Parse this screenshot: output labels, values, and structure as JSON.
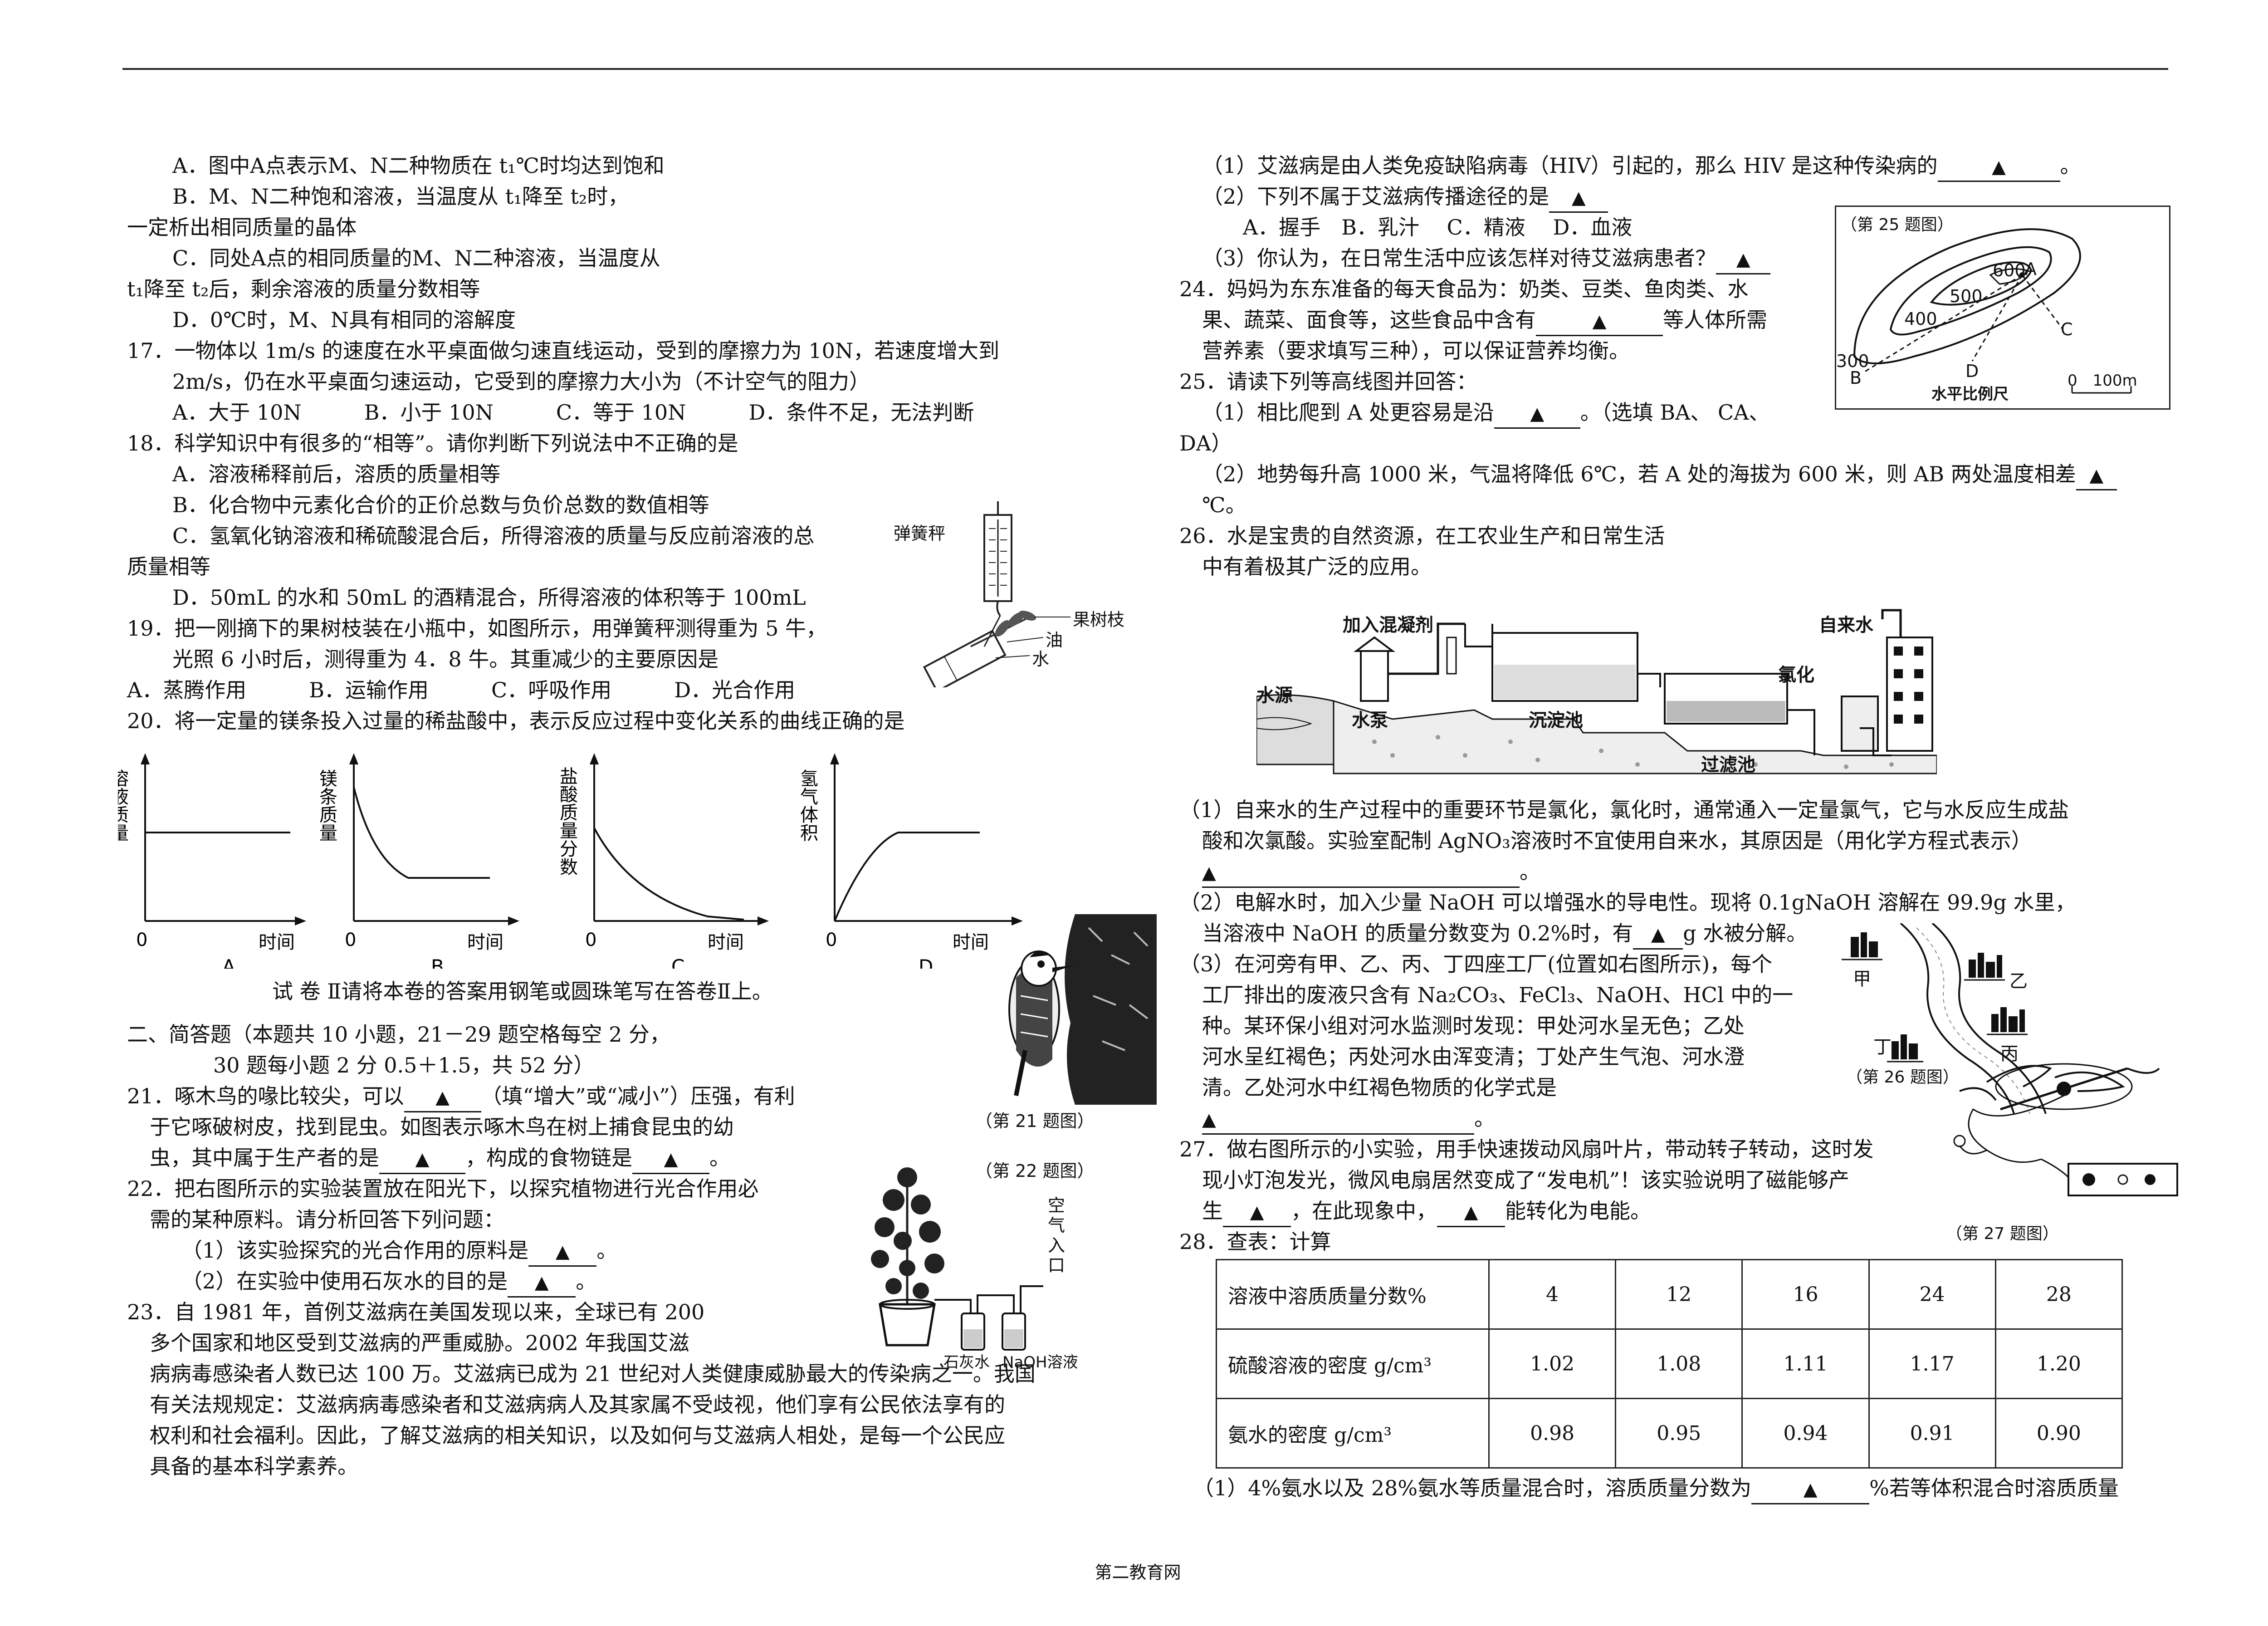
{
  "left": {
    "q16": {
      "A": "A．图中A点表示M、N二种物质在 t₁℃时均达到饱和",
      "B1": "B．M、N二种饱和溶液，当温度从 t₁降至 t₂时，",
      "B2": "一定析出相同质量的晶体",
      "C1": "C．同处A点的相同质量的M、N二种溶液，当温度从",
      "C2": "t₁降至 t₂后，剩余溶液的质量分数相等",
      "D": "D．0℃时，M、N具有相同的溶解度"
    },
    "q17": {
      "l1": "17．一物体以 1m/s 的速度在水平桌面做匀速直线运动，受到的摩擦力为 10N，若速度增大到",
      "l2": "2m/s，仍在水平桌面匀速运动，它受到的摩擦力大小为（不计空气的阻力）",
      "opts": "A．大于 10N　　　B．小于 10N　　　C．等于 10N　　　D．条件不足，无法判断"
    },
    "q18": {
      "l1": "18．科学知识中有很多的“相等”。请你判断下列说法中不正确的是",
      "A": "A．溶液稀释前后，溶质的质量相等",
      "B": "B．化合物中元素化合价的正价总数与负价总数的数值相等",
      "C1": "C．氢氧化钠溶液和稀硫酸混合后，所得溶液的质量与反应前溶液的总",
      "C2": "质量相等",
      "D": "D．50mL 的水和 50mL 的酒精混合，所得溶液的体积等于 100mL"
    },
    "q19": {
      "l1": "19．把一刚摘下的果树枝装在小瓶中，如图所示，用弹簧秤测得重为 5 牛，",
      "l2": "光照 6 小时后，测得重为 4．8 牛。其重减少的主要原因是",
      "opts": "A．蒸腾作用　　　B．运输作用　　　C．呼吸作用　　　D．光合作用",
      "fig_spring": "弹簧秤",
      "fig_branch": "果树枝",
      "fig_oil": "油",
      "fig_water": "水"
    },
    "q20": {
      "l1": "20．将一定量的镁条投入过量的稀盐酸中，表示反应过程中变化关系的曲线正确的是",
      "graphs": [
        {
          "ylabel": "溶液质量",
          "xlabel": "时间",
          "origin": "0",
          "letter": "A"
        },
        {
          "ylabel": "镁条质量",
          "xlabel": "时间",
          "origin": "0",
          "letter": "B"
        },
        {
          "ylabel": "盐酸质量分数",
          "xlabel": "时间",
          "origin": "0",
          "letter": "C"
        },
        {
          "ylabel": "氢气体积",
          "xlabel": "时间",
          "origin": "0",
          "letter": "D"
        }
      ]
    },
    "paper2": "试 卷 Ⅱ请将本卷的答案用钢笔或圆珠笔写在答卷Ⅱ上。",
    "sec2": {
      "l1": "二、简答题（本题共 10 小题，21－29 题空格每空 2 分，",
      "l2": "30 题每小题 2 分 0.5＋1.5，共 52 分）"
    },
    "q21": {
      "l1a": "21．啄木鸟的喙比较尖，可以",
      "l1b": "（填“增大”或“减小”）压强，有利",
      "l2": "于它啄破树皮，找到昆虫。如图表示啄木鸟在树上捕食昆虫的幼",
      "l3a": "虫，其中属于生产者的是",
      "l3b": "，构成的食物链是",
      "fig_caption": "（第 21 题图）"
    },
    "q22": {
      "l1": "22．把右图所示的实验装置放在阳光下，以探究植物进行光合作用必",
      "l2": "需的某种原料。请分析回答下列问题：",
      "l3": "（1）该实验探究的光合作用的原料是",
      "l4": "（2）在实验中使用石灰水的目的是",
      "fig_caption": "（第 22 题图）",
      "fig_air": "空气入口",
      "fig_lime": "石灰水",
      "fig_naoh": "NaOH溶液"
    },
    "q23": {
      "l1": "23．自 1981 年，首例艾滋病在美国发现以来，全球已有 200",
      "l2": "多个国家和地区受到艾滋病的严重威胁。2002 年我国艾滋",
      "l3": "病病毒感染者人数已达 100 万。艾滋病已成为 21 世纪对人类健康威胁最大的传染病之一。我国",
      "l4": "有关法规规定：艾滋病病毒感染者和艾滋病病人及其家属不受歧视，他们享有公民依法享有的",
      "l5": "权利和社会福利。因此，了解艾滋病的相关知识，以及如何与艾滋病人相处，是每一个公民应",
      "l6": "具备的基本科学素养。"
    }
  },
  "right": {
    "q23b": {
      "l1": "（1）艾滋病是由人类免疫缺陷病毒（HIV）引起的，那么 HIV 是这种传染病的",
      "l2": "（2）下列不属于艾滋病传播途径的是",
      "opts": "A．握手　B．乳汁　 C．精液　 D．血液",
      "l3": "（3）你认为，在日常生活中应该怎样对待艾滋病患者？"
    },
    "q24": {
      "l1a": "24．妈妈为东东准备的每天食品为：奶类、豆类、鱼肉类、水",
      "l2a": "果、蔬菜、面食等，这些食品中含有",
      "l2b": "等人体所需",
      "l3": "营养素（要求填写三种），可以保证营养均衡。"
    },
    "q25": {
      "l1": "25．请读下列等高线图并回答：",
      "l2a": "（1）相比爬到 A 处更容易是沿",
      "l2b": "。（选填 BA、 CA、",
      "l3": "DA）",
      "l4": "（2）地势每升高 1000 米，气温将降低 6℃，若 A 处的海拔为 600 米，则 AB 两处温度相差",
      "l5": "℃。",
      "fig_caption": "（第 25 题图）",
      "fig_scale": "水平比例尺",
      "fig_scale_val": "0　100m",
      "fig_600": "600",
      "fig_500": "500",
      "fig_400": "400",
      "fig_300": "300",
      "fig_A": "A",
      "fig_B": "B",
      "fig_C": "C",
      "fig_D": "D"
    },
    "q26": {
      "l1": "26．水是宝贵的自然资源，在工农业生产和日常生活",
      "l2": "中有着极其广泛的应用。",
      "fig_coag": "加入混凝剂",
      "fig_source": "水源",
      "fig_pump": "水泵",
      "fig_settle": "沉淀池",
      "fig_filter": "过滤池",
      "fig_chlor": "氯化",
      "fig_tap": "自来水",
      "p1a": "（1）自来水的生产过程中的重要环节是氯化，氯化时，通常通入一定量氯气，它与水反应生成盐",
      "p1b": "酸和次氯酸。实验室配制 AgNO₃溶液时不宜使用自来水，其原因是（用化学方程式表示）",
      "p2a": "（2）电解水时，加入少量 NaOH 可以增强水的导电性。现将 0.1gNaOH 溶解在 99.9g 水里，",
      "p2b1": "当溶液中 NaOH 的质量分数变为 0.2%时，有",
      "p2b2": "g 水被分解。",
      "p3a": "（3）在河旁有甲、乙、丙、丁四座工厂(位置如右图所示)，每个",
      "p3b": "工厂排出的废液只含有 Na₂CO₃、FeCl₃、NaOH、HCl 中的一",
      "p3c": "种。某环保小组对河水监测时发现：甲处河水呈无色；乙处",
      "p3d": "河水呈红褐色；丙处河水由浑变清；丁处产生气泡、河水澄",
      "p3e": "清。乙处河水中红褐色物质的化学式是",
      "fig26_caption": "（第 26 题图）",
      "fig_jia": "甲",
      "fig_yi": "乙",
      "fig_bing": "丙",
      "fig_ding": "丁"
    },
    "q27": {
      "l1": "27．做右图所示的小实验，用手快速拨动风扇叶片，带动转子转动，这时发",
      "l2": "现小灯泡发光，微风电扇居然变成了“发电机”！该实验说明了磁能够产",
      "l3a": "生",
      "l3b": "，在此现象中，",
      "l3c": "能转化为电能。",
      "fig_caption": "（第 27 题图）"
    },
    "q28": {
      "l1": "28．查表：计算",
      "table": {
        "header": "溶液中溶质质量分数%",
        "cols": [
          "4",
          "12",
          "16",
          "24",
          "28"
        ],
        "rows": [
          {
            "label": "硫酸溶液的密度 g/cm³",
            "values": [
              "1.02",
              "1.08",
              "1.11",
              "1.17",
              "1.20"
            ]
          },
          {
            "label": "氨水的密度 g/cm³",
            "values": [
              "0.98",
              "0.95",
              "0.94",
              "0.91",
              "0.90"
            ]
          }
        ]
      },
      "l2a": "（1）4%氨水以及 28%氨水等质量混合时，溶质质量分数为",
      "l2b": "%若等体积混合时溶质质量"
    }
  },
  "blank_mark": "▲",
  "footer": "第二教育网"
}
